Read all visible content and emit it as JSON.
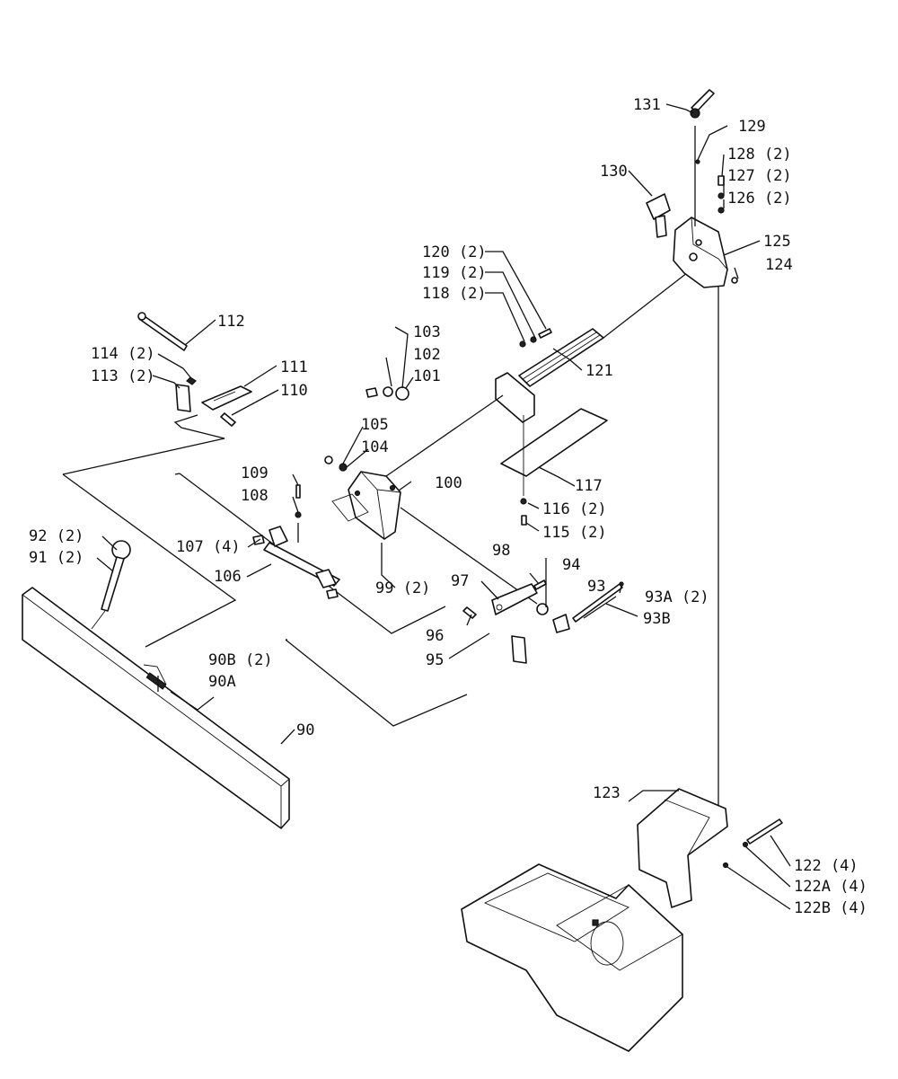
{
  "labels": {
    "l90": "90",
    "l90A": "90A",
    "l90B": "90B (2)",
    "l91": "91 (2)",
    "l92": "92 (2)",
    "l93": "93",
    "l93A": "93A (2)",
    "l93B": "93B",
    "l94": "94",
    "l95": "95",
    "l96": "96",
    "l97": "97",
    "l98": "98",
    "l99": "99 (2)",
    "l100": "100",
    "l101": "101",
    "l102": "102",
    "l103": "103",
    "l104": "104",
    "l105": "105",
    "l106": "106",
    "l107": "107 (4)",
    "l108": "108",
    "l109": "109",
    "l110": "110",
    "l111": "111",
    "l112": "112",
    "l113": "113 (2)",
    "l114": "114 (2)",
    "l115": "115 (2)",
    "l116": "116 (2)",
    "l117": "117",
    "l118": "118 (2)",
    "l119": "119 (2)",
    "l120": "120 (2)",
    "l121": "121",
    "l122": "122 (4)",
    "l122A": "122A (4)",
    "l122B": "122B (4)",
    "l123": "123",
    "l124": "124",
    "l125": "125",
    "l126": "126 (2)",
    "l127": "127 (2)",
    "l128": "128 (2)",
    "l129": "129",
    "l130": "130",
    "l131": "131"
  }
}
